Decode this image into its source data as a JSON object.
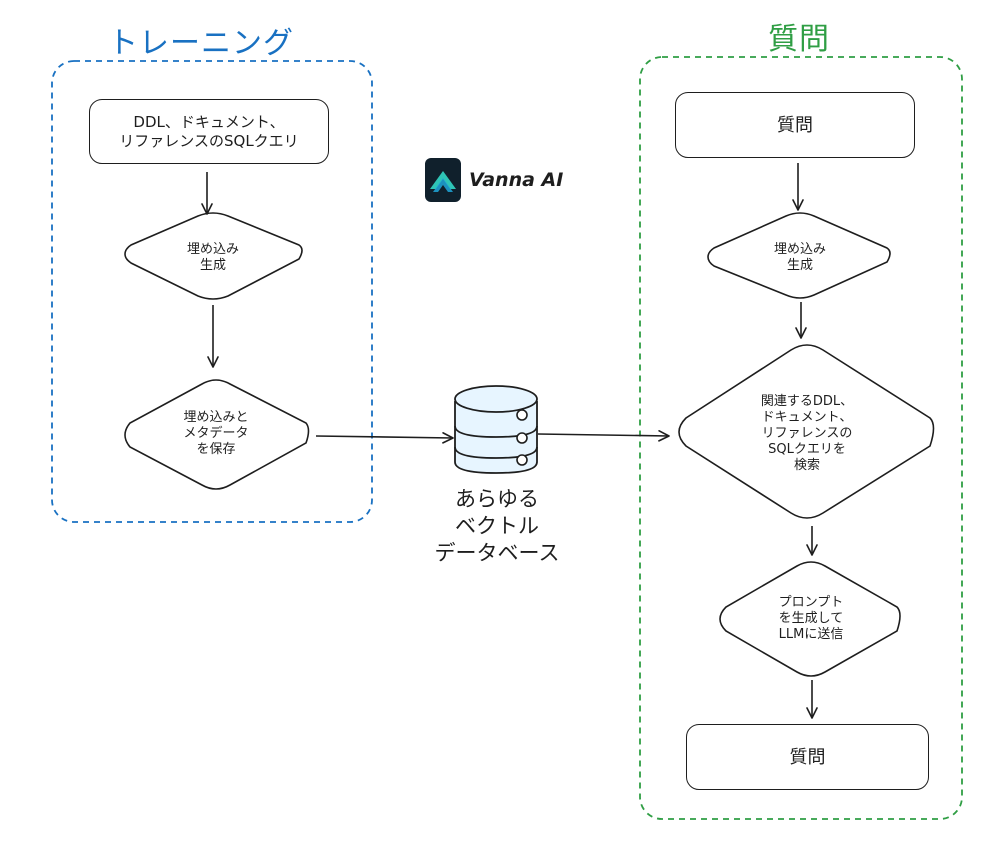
{
  "training": {
    "title": "トレーニング",
    "source_box": "DDL、ドキュメント、\nリファレンスのSQLクエリ",
    "embed_step": "埋め込み\n生成",
    "store_step": "埋め込みと\nメタデータ\nを保存"
  },
  "question": {
    "title": "質問",
    "top_box": "質問",
    "embed_step": "埋め込み\n生成",
    "search_step": "関連するDDL、\nドキュメント、\nリファレンスの\nSQLクエリを\n検索",
    "prompt_step": "プロンプト\nを生成して\nLLMに送信",
    "bottom_box": "質問"
  },
  "center": {
    "brand_name": "Vanna AI",
    "brand_icon": "vanna-logo-icon",
    "database_icon": "database-icon",
    "database_label": "あらゆる\nベクトル\nデータベース"
  },
  "colors": {
    "training": "#1971c2",
    "question": "#2f9e44",
    "db_fill": "#e7f5ff",
    "logo_bg": "#10202c",
    "logo_teal": "#2ec4b6"
  }
}
